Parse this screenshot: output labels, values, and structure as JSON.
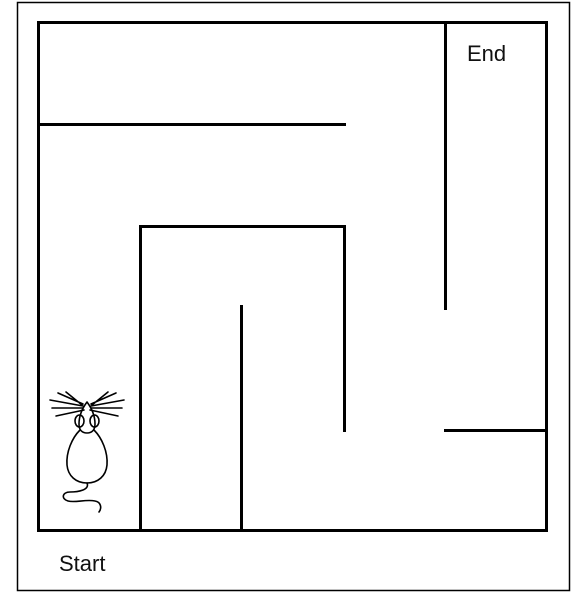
{
  "labels": {
    "end": "End",
    "start": "Start"
  },
  "figure": {
    "subject": "maze",
    "character_icon": "mouse-icon"
  },
  "colors": {
    "wall": "#000000",
    "frame_border": "#000000",
    "background": "#ffffff"
  }
}
